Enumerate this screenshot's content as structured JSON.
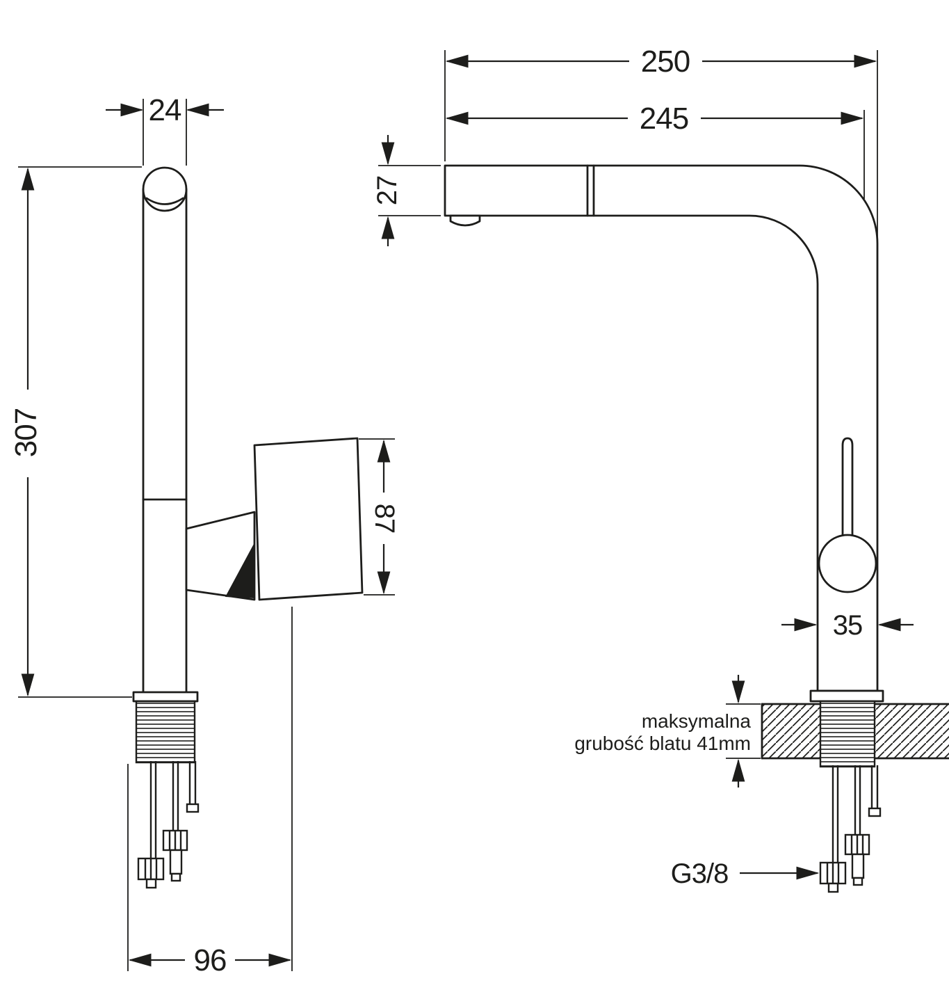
{
  "drawing": {
    "background": "#ffffff",
    "ink": "#1d1d1b",
    "side_view": {
      "dim_spout_pipe_width": "24",
      "dim_total_height": "307",
      "dim_handle_length": "87",
      "dim_base_depth": "96"
    },
    "front_view": {
      "dim_overall_reach": "250",
      "dim_spout_reach": "245",
      "dim_spout_end_height": "27",
      "dim_body_diameter": "35",
      "countertop_note_line1": "maksymalna",
      "countertop_note_line2": "grubość blatu 41mm",
      "connection_thread": "G3/8"
    }
  }
}
